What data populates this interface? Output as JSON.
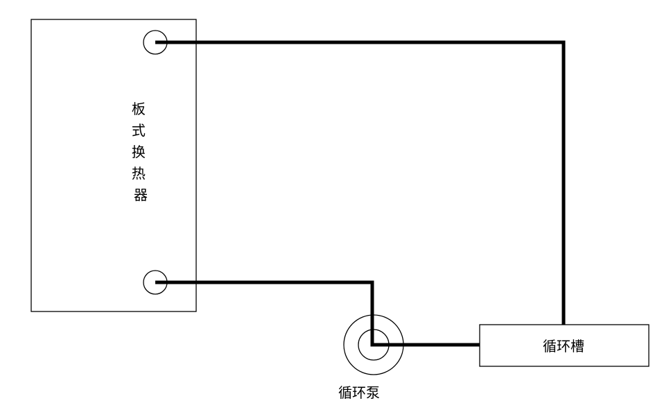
{
  "diagram": {
    "nodes": {
      "heat_exchanger": {
        "label": "板式换热器"
      },
      "pump": {
        "label": "循环泵"
      },
      "tank": {
        "label": "循环槽"
      }
    },
    "edges": [
      {
        "from": "heat_exchanger",
        "to": "tank"
      },
      {
        "from": "heat_exchanger",
        "to": "pump"
      },
      {
        "from": "pump",
        "to": "tank"
      }
    ]
  }
}
